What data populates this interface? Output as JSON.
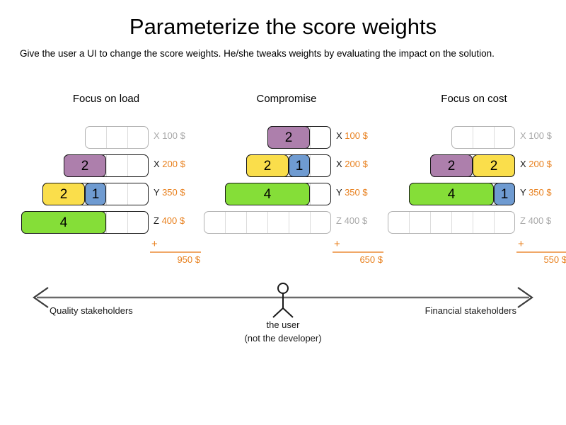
{
  "header": {
    "title": "Parameterize the score weights",
    "subtitle": "Give the user a UI to change the score weights. He/she tweaks weights by evaluating the impact on the solution."
  },
  "colors": {
    "purple": "#AD7FAC",
    "yellow": "#FADE4B",
    "blue": "#6F9BD1",
    "green": "#85DE38",
    "accent_orange": "#e8801e",
    "rule_orange": "#f0a868",
    "inactive_gray": "#a8a8a8",
    "active_border": "#1a1a1a",
    "inactive_border": "#b0b0b0"
  },
  "sum_symbol": "+",
  "scenarios": [
    {
      "title": "Focus on load",
      "total": "950 $",
      "rows": [
        {
          "letter": "X",
          "amount": "100 $",
          "active": false,
          "capacity": 3,
          "segments": []
        },
        {
          "letter": "X",
          "amount": "200 $",
          "active": true,
          "capacity": 4,
          "segments": [
            {
              "value": "2",
              "units": 2,
              "color": "purple"
            }
          ]
        },
        {
          "letter": "Y",
          "amount": "350 $",
          "active": true,
          "capacity": 5,
          "segments": [
            {
              "value": "2",
              "units": 2,
              "color": "yellow"
            },
            {
              "value": "1",
              "units": 1,
              "color": "blue"
            }
          ]
        },
        {
          "letter": "Z",
          "amount": "400 $",
          "active": true,
          "capacity": 6,
          "segments": [
            {
              "value": "4",
              "units": 4,
              "color": "green"
            }
          ]
        }
      ]
    },
    {
      "title": "Compromise",
      "total": "650 $",
      "rows": [
        {
          "letter": "X",
          "amount": "100 $",
          "active": true,
          "capacity": 3,
          "segments": [
            {
              "value": "2",
              "units": 2,
              "color": "purple"
            }
          ]
        },
        {
          "letter": "X",
          "amount": "200 $",
          "active": true,
          "capacity": 4,
          "segments": [
            {
              "value": "2",
              "units": 2,
              "color": "yellow"
            },
            {
              "value": "1",
              "units": 1,
              "color": "blue"
            }
          ]
        },
        {
          "letter": "Y",
          "amount": "350 $",
          "active": true,
          "capacity": 5,
          "segments": [
            {
              "value": "4",
              "units": 4,
              "color": "green"
            }
          ]
        },
        {
          "letter": "Z",
          "amount": "400 $",
          "active": false,
          "capacity": 6,
          "segments": []
        }
      ]
    },
    {
      "title": "Focus on cost",
      "total": "550 $",
      "rows": [
        {
          "letter": "X",
          "amount": "100 $",
          "active": false,
          "capacity": 3,
          "segments": []
        },
        {
          "letter": "X",
          "amount": "200 $",
          "active": true,
          "capacity": 4,
          "segments": [
            {
              "value": "2",
              "units": 2,
              "color": "purple"
            },
            {
              "value": "2",
              "units": 2,
              "color": "yellow"
            }
          ]
        },
        {
          "letter": "Y",
          "amount": "350 $",
          "active": true,
          "capacity": 5,
          "segments": [
            {
              "value": "4",
              "units": 4,
              "color": "green"
            },
            {
              "value": "1",
              "units": 1,
              "color": "blue"
            }
          ]
        },
        {
          "letter": "Z",
          "amount": "400 $",
          "active": false,
          "capacity": 6,
          "segments": []
        }
      ]
    }
  ],
  "axis": {
    "left_label": "Quality stakeholders",
    "right_label": "Financial stakeholders",
    "user_label_line1": "the user",
    "user_label_line2": "(not the developer)"
  }
}
